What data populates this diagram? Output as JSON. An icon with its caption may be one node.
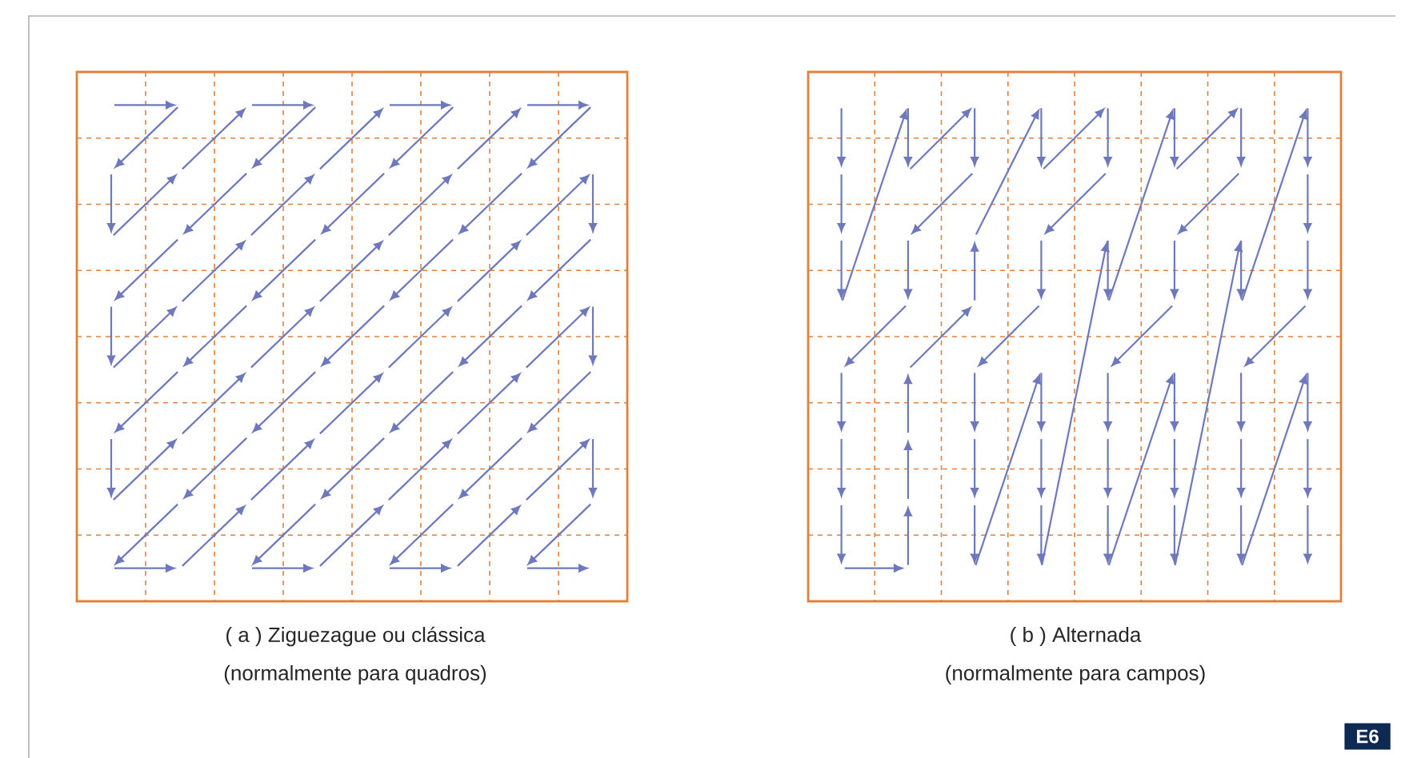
{
  "diagram": {
    "labels": [
      "( a ) Ziguezague ou clássica",
      "(normalmente para quadros)",
      "( b ) Alternada",
      "(normalmente para campos)",
      "E6"
    ]
  }
}
